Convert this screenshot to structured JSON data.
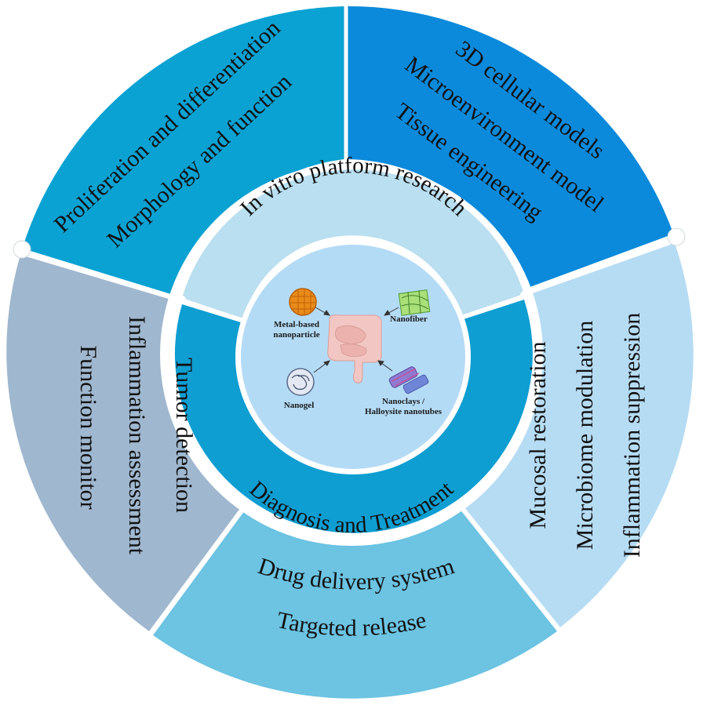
{
  "inner_ring": {
    "top_label": "In vitro platform research",
    "bottom_label": "Diagnosis and Treatment"
  },
  "segments": {
    "top_left": {
      "lines": [
        "Proliferation and differentiation",
        "Morphology and function"
      ]
    },
    "top_right": {
      "lines": [
        "3D cellular models",
        "Microenvironment model",
        "Tissue engineering"
      ]
    },
    "right": {
      "lines": [
        "Mucosal restoration",
        "Microbiome modulation",
        "Inflammation suppression"
      ]
    },
    "bottom": {
      "lines": [
        "Drug delivery system",
        "Targeted  release"
      ]
    },
    "left": {
      "lines": [
        "Tumor detection",
        "Inflammation assessment",
        "Function monitor"
      ]
    }
  },
  "center": {
    "labels": {
      "metal_line1": "Metal-based",
      "metal_line2": "nanoparticle",
      "nanofiber": "Nanofiber",
      "nanogel": "Nanogel",
      "nanoclay_line1": "Nanoclays /",
      "nanoclay_line2": "Halloysite nanotubes"
    }
  },
  "colors": {
    "top_left": "#0aa2d3",
    "top_right": "#0b8adb",
    "right": "#b6dcf4",
    "bottom": "#6cc3e2",
    "left": "#9fb7cf",
    "inner_top": "#b9dff0",
    "inner_bottom": "#0e9ed2",
    "center": "#b4dbf6"
  }
}
